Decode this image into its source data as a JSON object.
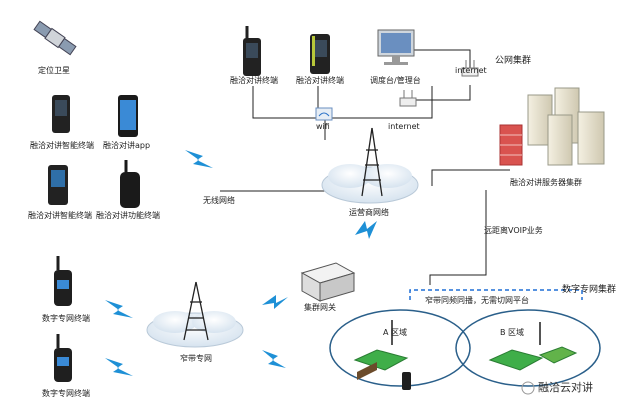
{
  "labels": {
    "satellite": "定位卫星",
    "smart_terminal": "融洽对讲智能终端",
    "app": "融洽对讲app",
    "smart_terminal_2": "融洽对讲智能终端",
    "function_terminal": "融洽对讲功能终端",
    "terminal_a": "融洽对讲终端",
    "terminal_b": "融洽对讲终端",
    "console": "调度台/管理台",
    "internet_top": "internet",
    "public_cluster": "公网集群",
    "wifi": "wifi",
    "internet_mid": "internet",
    "server_cluster": "融洽对讲服务器集群",
    "wireless_network": "无线网络",
    "operator_network": "运营商网络",
    "voip_service": "远距离VOIP业务",
    "digital_terminal_1": "数字专网终端",
    "digital_terminal_2": "数字专网终端",
    "narrowband_network": "窄带专网",
    "cluster_gateway": "集群网关",
    "digital_cluster": "数字专网集群",
    "narrowband_note": "窄带同频同播，无需切网平台",
    "zone_a": "A 区域",
    "zone_b": "B 区域",
    "watermark": "融洽云对讲"
  },
  "colors": {
    "link_line": "#222222",
    "lightning": "#1e90d6",
    "cloud": "#e8eef5",
    "dashed_bracket": "#1e6fd6",
    "ellipse_stroke": "#2a5f8a",
    "server_red": "#d9534f"
  }
}
